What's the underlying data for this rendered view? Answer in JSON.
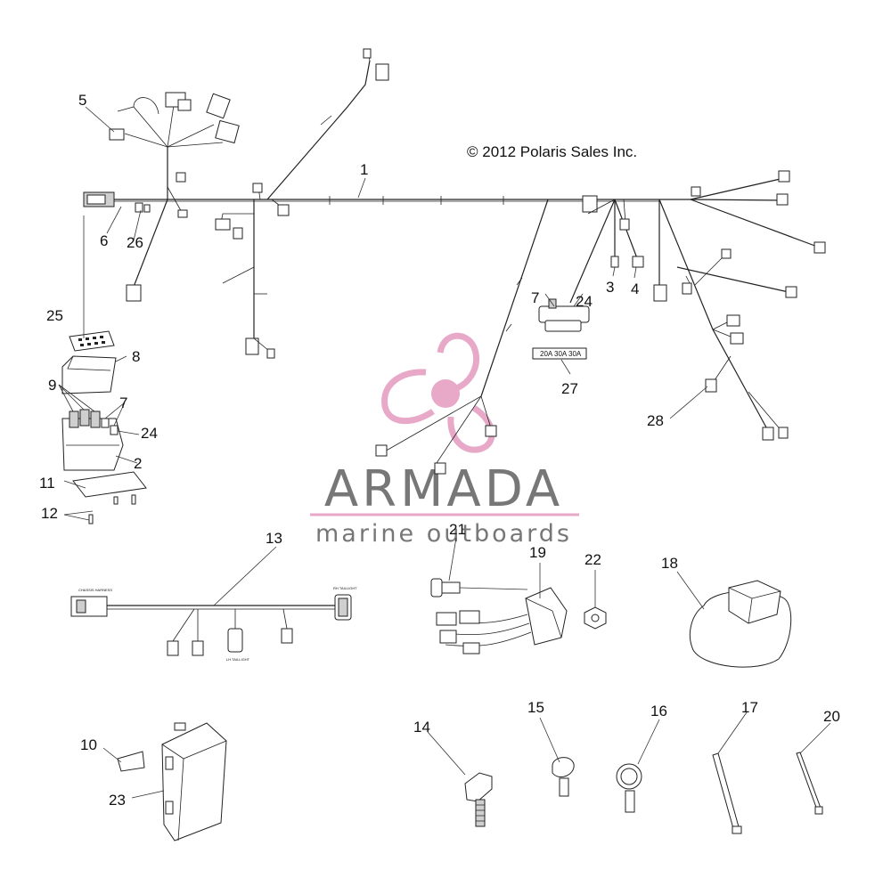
{
  "copyright": "© 2012 Polaris Sales Inc.",
  "watermark": {
    "brand": "ARMADA",
    "tagline": "marine outboards",
    "logo_color": "#e8a8c8",
    "text_color": "#777777"
  },
  "fuse_labels": [
    "20A",
    "30A",
    "30A"
  ],
  "harness_tags": {
    "left_end": "CHASSIS HARNESS",
    "right_end": "RH TAILLIGHT",
    "middle": "LH TAILLIGHT"
  },
  "callouts": {
    "c1": "1",
    "c2": "2",
    "c3": "3",
    "c4": "4",
    "c5": "5",
    "c6": "6",
    "c7a": "7",
    "c7b": "7",
    "c8": "8",
    "c9": "9",
    "c10": "10",
    "c11": "11",
    "c12": "12",
    "c13": "13",
    "c14": "14",
    "c15": "15",
    "c16": "16",
    "c17": "17",
    "c18": "18",
    "c19": "19",
    "c20": "20",
    "c21": "21",
    "c22": "22",
    "c23": "23",
    "c24a": "24",
    "c24b": "24",
    "c25": "25",
    "c26": "26",
    "c27": "27",
    "c28": "28"
  }
}
